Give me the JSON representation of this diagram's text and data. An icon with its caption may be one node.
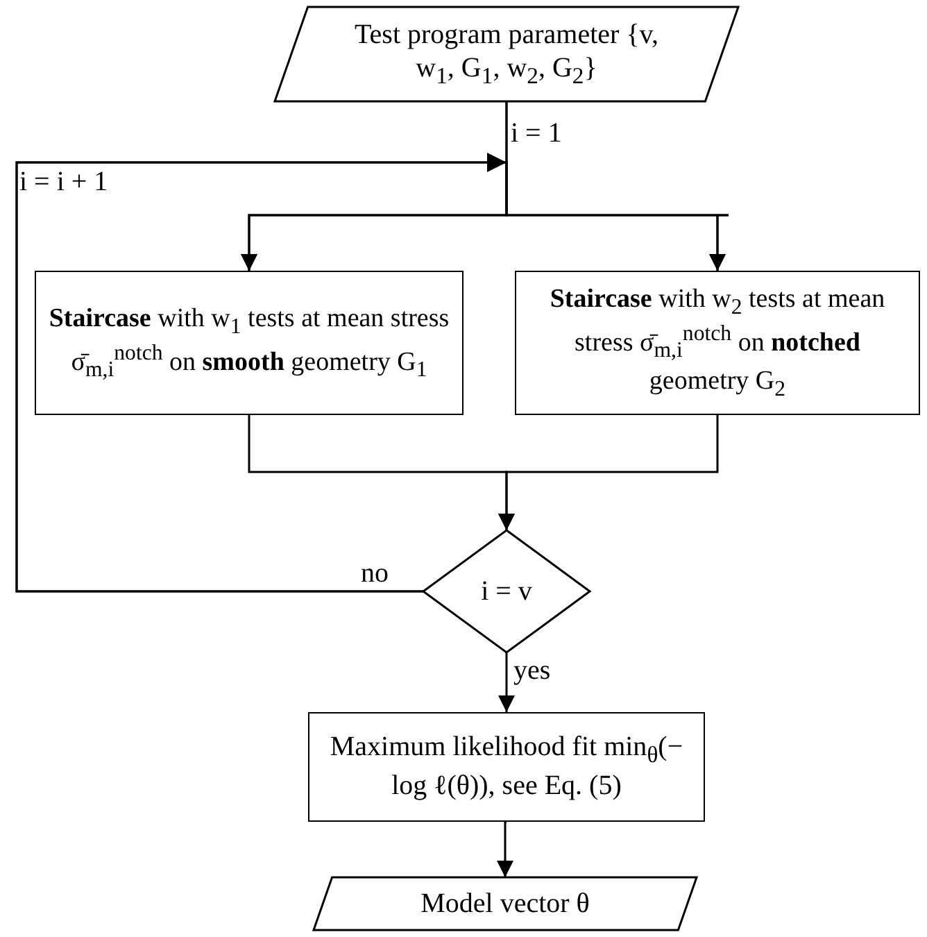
{
  "diagram": {
    "nodes": [
      {
        "text": [
          "Test program parameter {v, w$_{1}$, G$_{1}$, w$_{2}$, G$_{2}$}"
        ]
      },
      {
        "text": [
          "**Staircase** with w$_{1}$ tests at mean stress σ̄$_{m,i}$$^{notch}$ on **smooth** geometry G$_{1}$"
        ]
      },
      {
        "text": [
          "**Staircase** with w$_{2}$ tests at mean stress σ̄$_{m,i}$$^{notch}$ on **notched** geometry G$_{2}$"
        ]
      },
      {
        "text": [
          "i = v"
        ]
      },
      {
        "text": [
          "Maximum likelihood fit min$_{θ}$(− log ℓ(θ)), see Eq. (5)"
        ]
      },
      {
        "text": [
          "Model vector θ"
        ]
      }
    ],
    "edges": [
      {
        "from": 0,
        "to": 1,
        "arrow": "to"
      },
      {
        "from": 0,
        "to": 2,
        "arrow": "to"
      },
      {
        "from": 3,
        "to": 1,
        "arrow": "to",
        "label": "no"
      },
      {
        "from": 3,
        "to": 2,
        "arrow": "to"
      },
      {
        "from": 1,
        "to": 3,
        "arrow": "to"
      },
      {
        "from": 2,
        "to": 3,
        "arrow": "to"
      },
      {
        "from": 3,
        "to": 4,
        "arrow": "to",
        "label": "yes"
      },
      {
        "from": 4,
        "to": 5,
        "arrow": "to"
      }
    ],
    "labels": [
      "i = 1",
      "i = i + 1"
    ]
  }
}
